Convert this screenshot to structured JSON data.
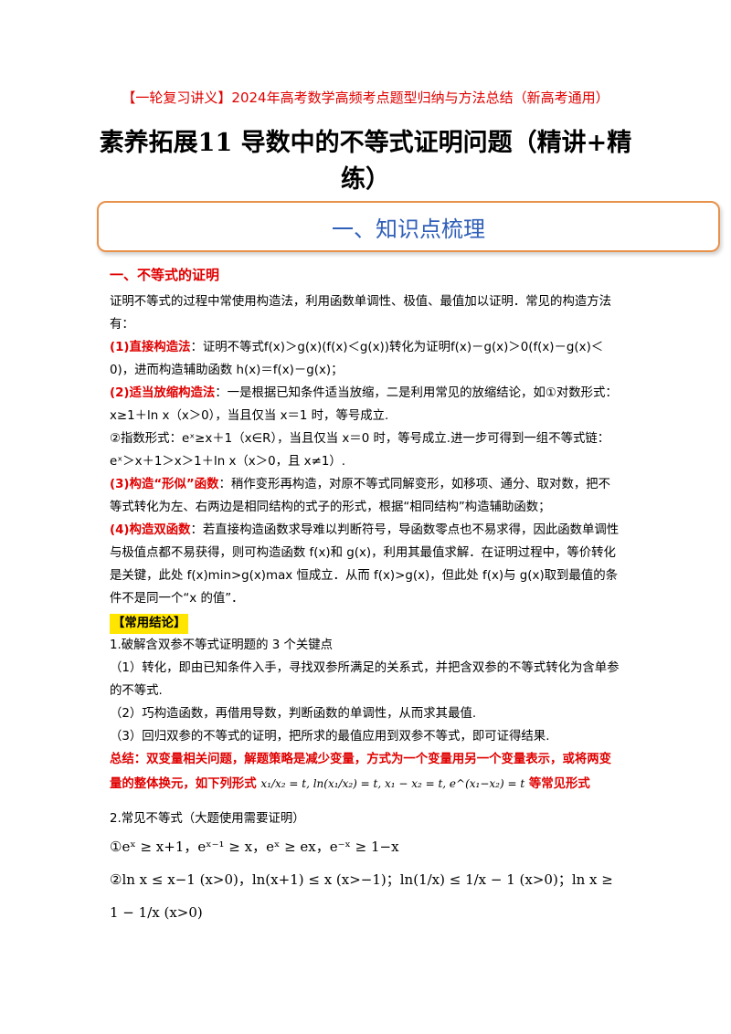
{
  "header": {
    "subtitle": "【一轮复习讲义】2024年高考数学高频考点题型归纳与方法总结（新高考通用）",
    "title": "素养拓展11  导数中的不等式证明问题（精讲+精练）"
  },
  "section": {
    "label": "一、知识点梳理"
  },
  "heading1": "一、不等式的证明",
  "p1": "证明不等式的过程中常使用构造法，利用函数单调性、极值、最值加以证明．常见的构造方法有：",
  "p2_label": "(1)直接构造法",
  "p2_text": "：证明不等式f(x)＞g(x)(f(x)＜g(x))转化为证明f(x)－g(x)＞0(f(x)－g(x)＜0)，进而构造辅助函数 h(x)＝f(x)－g(x)；",
  "p3_label": "(2)适当放缩构造法",
  "p3_text": "：一是根据已知条件适当放缩，二是利用常见的放缩结论，如①对数形式：x≥1＋ln x（x＞0），当且仅当 x＝1 时，等号成立.",
  "p4_text": "②指数形式：eˣ≥x＋1（x∈R），当且仅当 x＝0 时，等号成立.进一步可得到一组不等式链：eˣ＞x＋1＞x＞1＋ln x（x＞0，且 x≠1）.",
  "p5_label": "(3)构造“形似”函数",
  "p5_text": "：稍作变形再构造，对原不等式同解变形，如移项、通分、取对数，把不等式转化为左、右两边是相同结构的式子的形式，根据“相同结构”构造辅助函数；",
  "p6_label": "(4)构造双函数",
  "p6_text": "：若直接构造函数求导难以判断符号，导函数零点也不易求得，因此函数单调性与极值点都不易获得，则可构造函数 f(x)和 g(x)，利用其最值求解．在证明过程中，等价转化是关键，此处 f(x)min>g(x)max 恒成立．从而 f(x)>g(x)，但此处 f(x)与 g(x)取到最值的条件不是同一个“x 的值”．",
  "tag": "【常用结论】",
  "c1": "1.破解含双参不等式证明题的 3 个关键点",
  "c2": "（1）转化，即由已知条件入手，寻找双参所满足的关系式，并把含双参的不等式转化为含单参的不等式.",
  "c3": "（2）巧构造函数，再借用导数，判断函数的单调性，从而求其最值.",
  "c4": "（3）回归双参的不等式的证明，把所求的最值应用到双参不等式，即可证得结果.",
  "summary_a": "总结：双变量相关问题，解题策略是减少变量，方式为一个变量用另一个变量表示，或将两变量的整体换元，如下列形式",
  "summary_formula": "x₁/x₂ = t, ln(x₁/x₂) = t, x₁ − x₂ = t, e^(x₁−x₂) = t",
  "summary_b": "等常见形式",
  "c5": "2.常见不等式（大题使用需要证明）",
  "f1": "①eˣ ≥ x+1，eˣ⁻¹ ≥ x，eˣ ≥ ex，e⁻ˣ ≥ 1−x",
  "f2": "②ln x ≤ x−1 (x>0)，ln(x+1) ≤ x (x>−1)；ln(1/x) ≤ 1/x − 1 (x>0)；ln x ≥ 1 − 1/x (x>0)",
  "colors": {
    "accent_red": "#e00000",
    "box_border": "#e8914a",
    "section_blue": "#2f5fb8",
    "highlight": "#ffe500"
  }
}
